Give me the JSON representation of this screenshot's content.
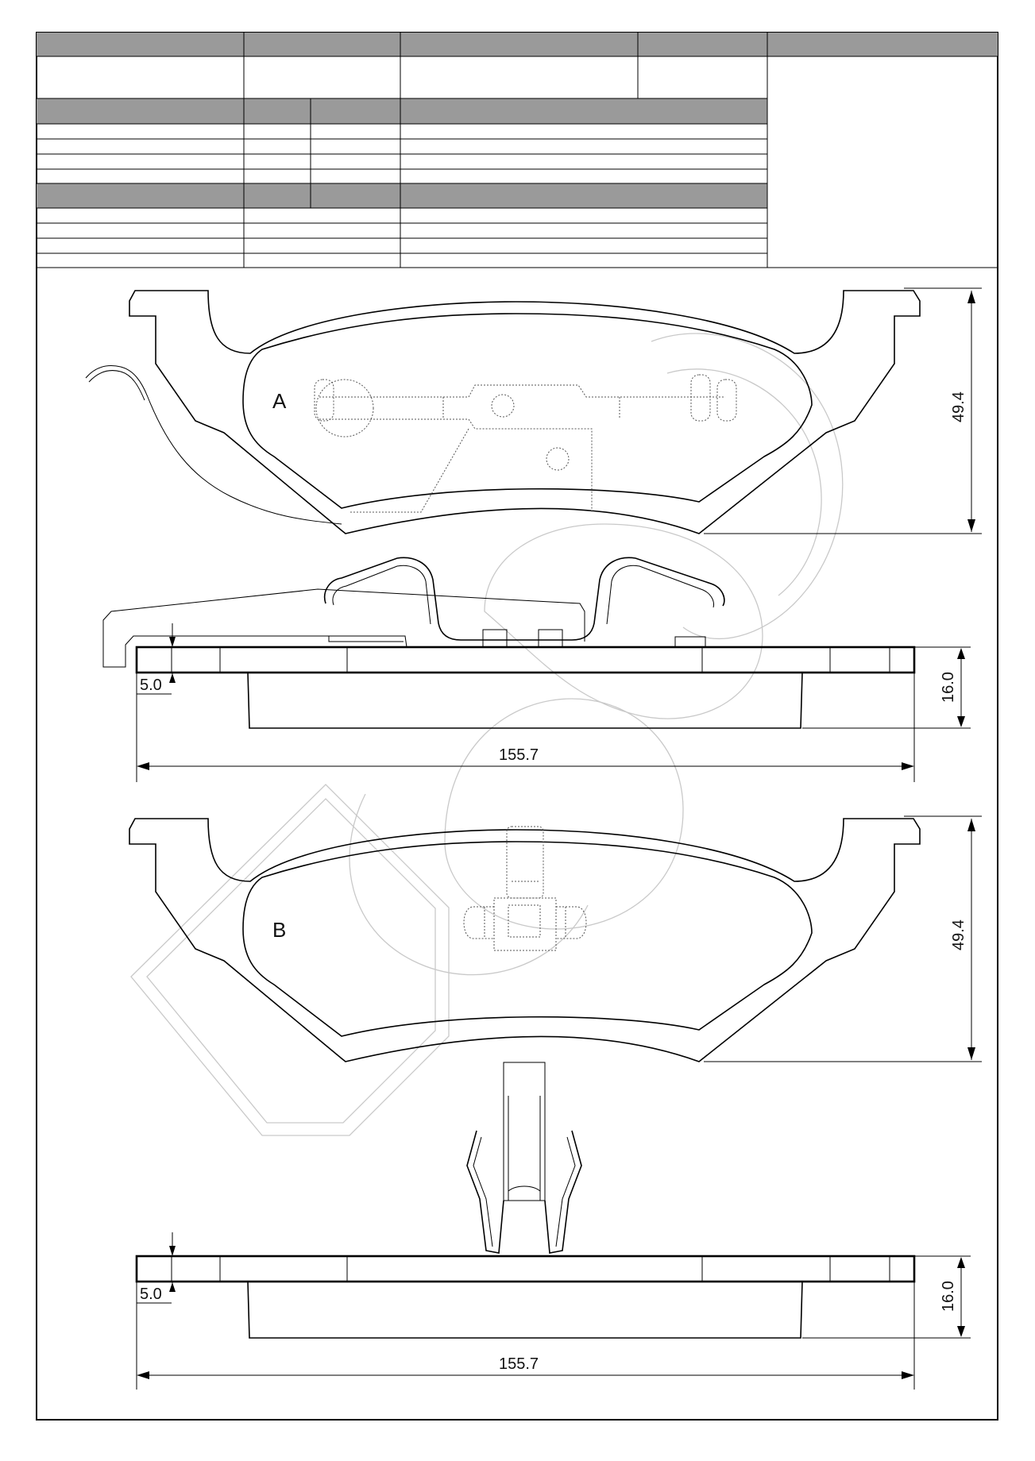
{
  "views": [
    {
      "label": "A",
      "height_dim": "49.4",
      "thickness_dim": "16.0",
      "backplate_dim": "5.0",
      "width_dim": "155.7"
    },
    {
      "label": "B",
      "height_dim": "49.4",
      "thickness_dim": "16.0",
      "backplate_dim": "5.0",
      "width_dim": "155.7"
    }
  ],
  "colors": {
    "header_fill": "#9a9a9a",
    "line": "#000000",
    "watermark": "#c9c9c9"
  }
}
